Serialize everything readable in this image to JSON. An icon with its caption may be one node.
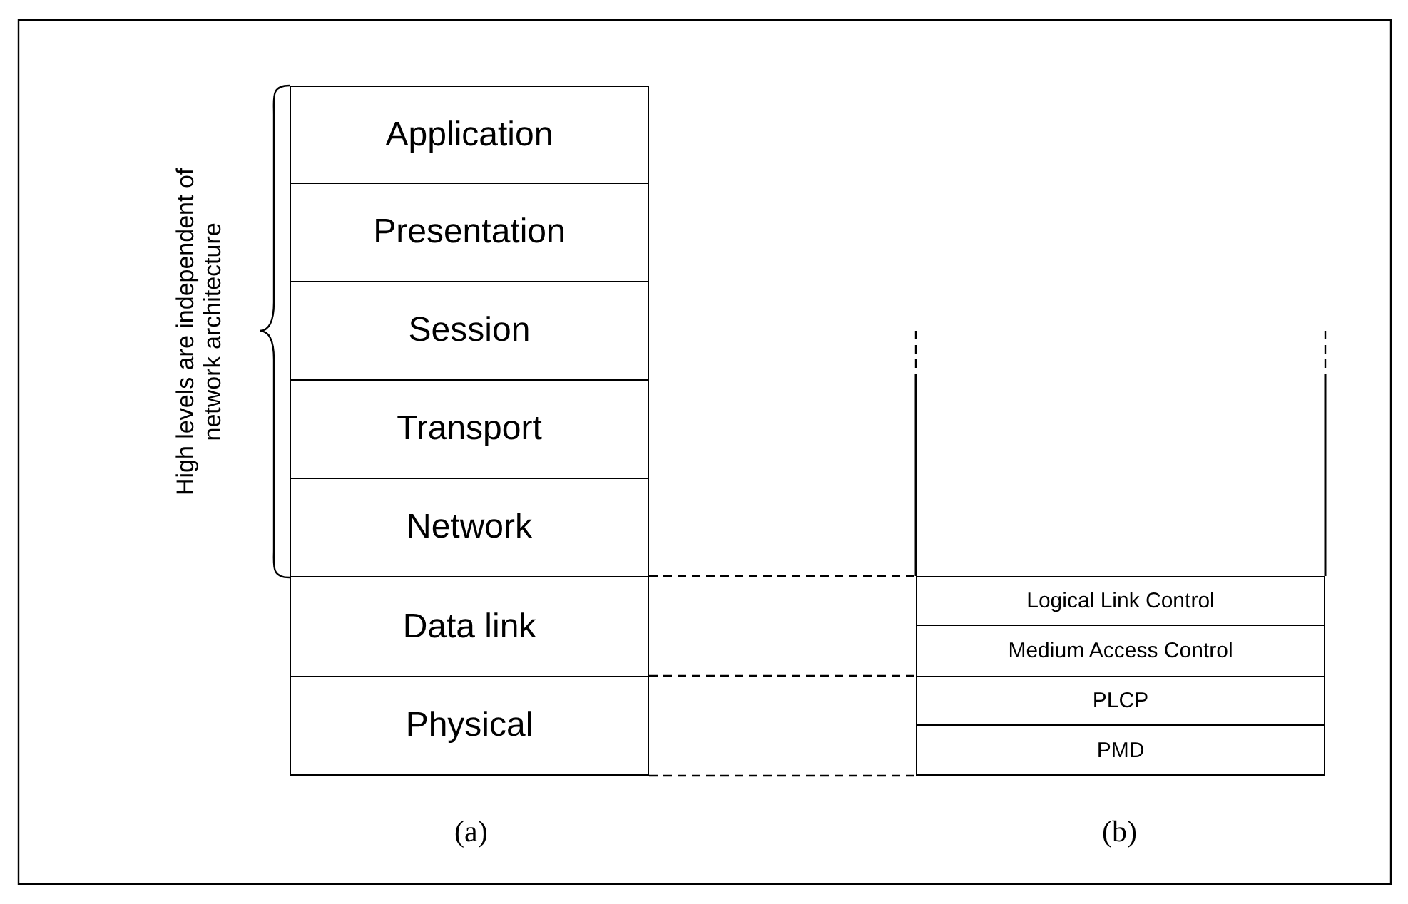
{
  "diagram": {
    "nodes": [
      {
        "text": [
          "Application"
        ]
      },
      {
        "text": [
          "Presentation"
        ]
      },
      {
        "text": [
          "Session"
        ]
      },
      {
        "text": [
          "Transport"
        ]
      },
      {
        "text": [
          "Network"
        ]
      },
      {
        "text": [
          "Data link"
        ]
      },
      {
        "text": [
          "Physical"
        ]
      },
      {
        "text": [
          "Logical Link Control"
        ]
      },
      {
        "text": [
          "Medium Access Control"
        ]
      },
      {
        "text": [
          "PLCP"
        ]
      },
      {
        "text": [
          "PMD"
        ]
      }
    ],
    "edges": [
      {
        "from": 5,
        "to": 7,
        "arrow": "none",
        "style": "dashed"
      },
      {
        "from": 6,
        "to": 9,
        "arrow": "none",
        "style": "dashed"
      },
      {
        "from": 6,
        "to": 10,
        "arrow": "none",
        "style": "dashed"
      }
    ],
    "labels": [
      "High levels are independent of network architecture",
      "(a)",
      "(b)"
    ]
  }
}
